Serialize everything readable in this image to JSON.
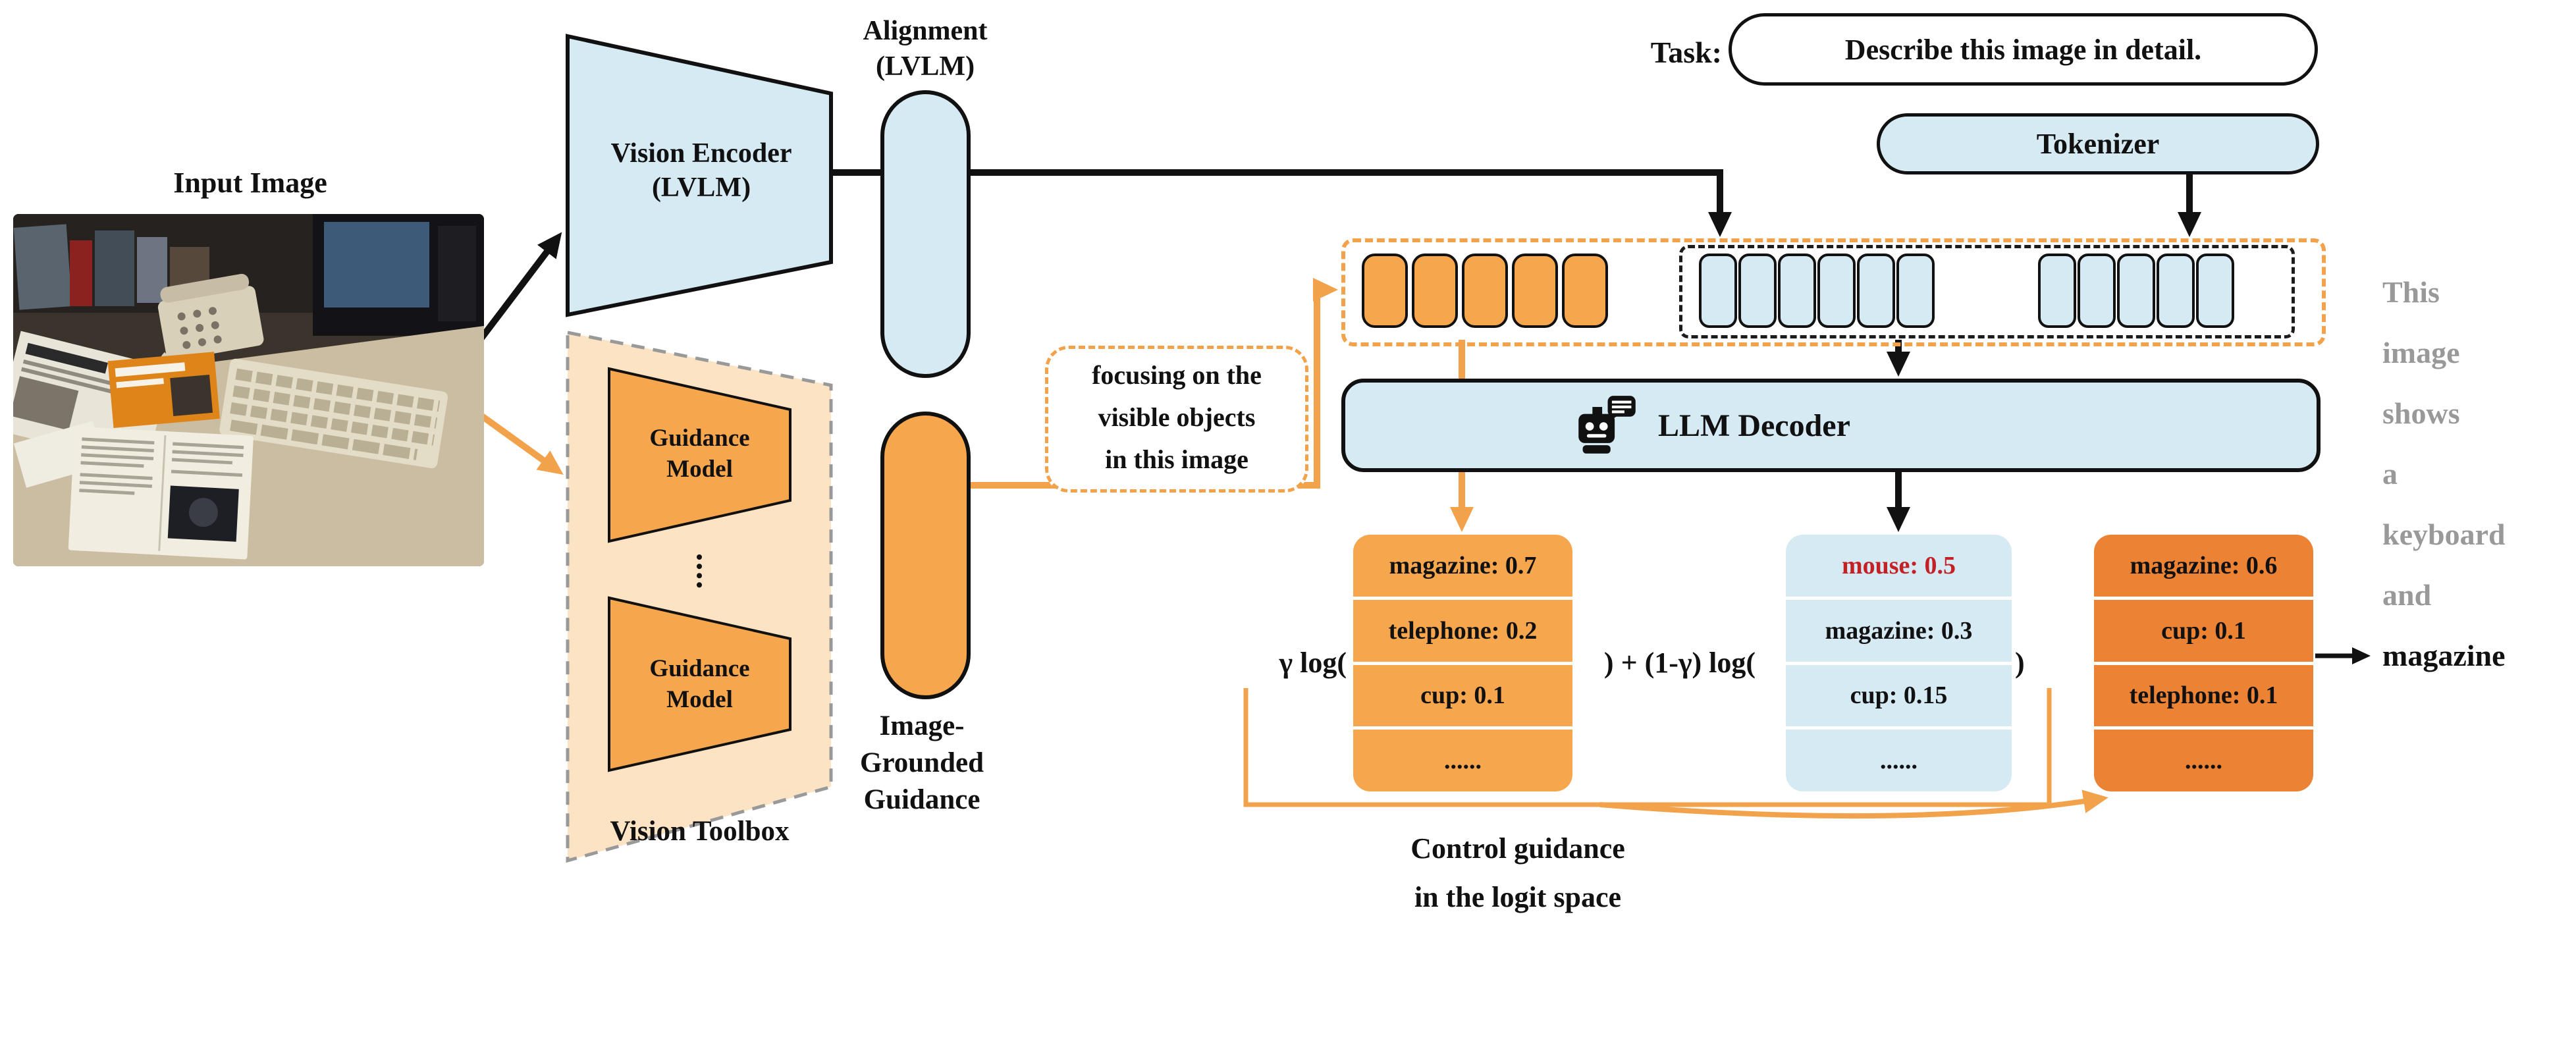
{
  "figure": {
    "colors": {
      "light_blue": "#D6EAF4",
      "orange": "#F6A64D",
      "orange_dark": "#EC8233",
      "toolbox_fill": "#FBE3C4",
      "red_highlight": "#C42127",
      "gray_text": "#999999"
    }
  },
  "labels": {
    "input_image": "Input Image",
    "vision_encoder": [
      "Vision Encoder",
      "(LVLM)"
    ],
    "alignment": [
      "Alignment",
      "(LVLM)"
    ],
    "guidance_model": [
      "Guidance",
      "Model"
    ],
    "vision_toolbox": "Vision Toolbox",
    "image_grounded": [
      "Image-",
      "Grounded",
      "Guidance"
    ],
    "task_prefix": "Task:",
    "task_text": "Describe this image in detail.",
    "tokenizer": "Tokenizer",
    "focusing": [
      "focusing on the",
      "visible objects",
      "in this image"
    ],
    "llm_decoder": "LLM Decoder",
    "control_guidance": [
      "Control guidance",
      "in the logit space"
    ]
  },
  "formula": {
    "left": "γ log(",
    "middle": ") + (1-γ) log(",
    "right": ")"
  },
  "logits": {
    "guidance": [
      "magazine: 0.7",
      "telephone: 0.2",
      "cup: 0.1",
      "......"
    ],
    "decoder": [
      "mouse: 0.5",
      "magazine: 0.3",
      "cup: 0.15",
      "......"
    ],
    "combined": [
      "magazine: 0.6",
      "cup: 0.1",
      "telephone: 0.1",
      "......"
    ]
  },
  "output": {
    "gray_words": [
      "This",
      "image",
      "shows",
      "a",
      "keyboard",
      "and"
    ],
    "final_word": "magazine"
  },
  "tokens": {
    "guidance_count": 5,
    "text_count_group1": 6,
    "text_count_group2": 5
  }
}
